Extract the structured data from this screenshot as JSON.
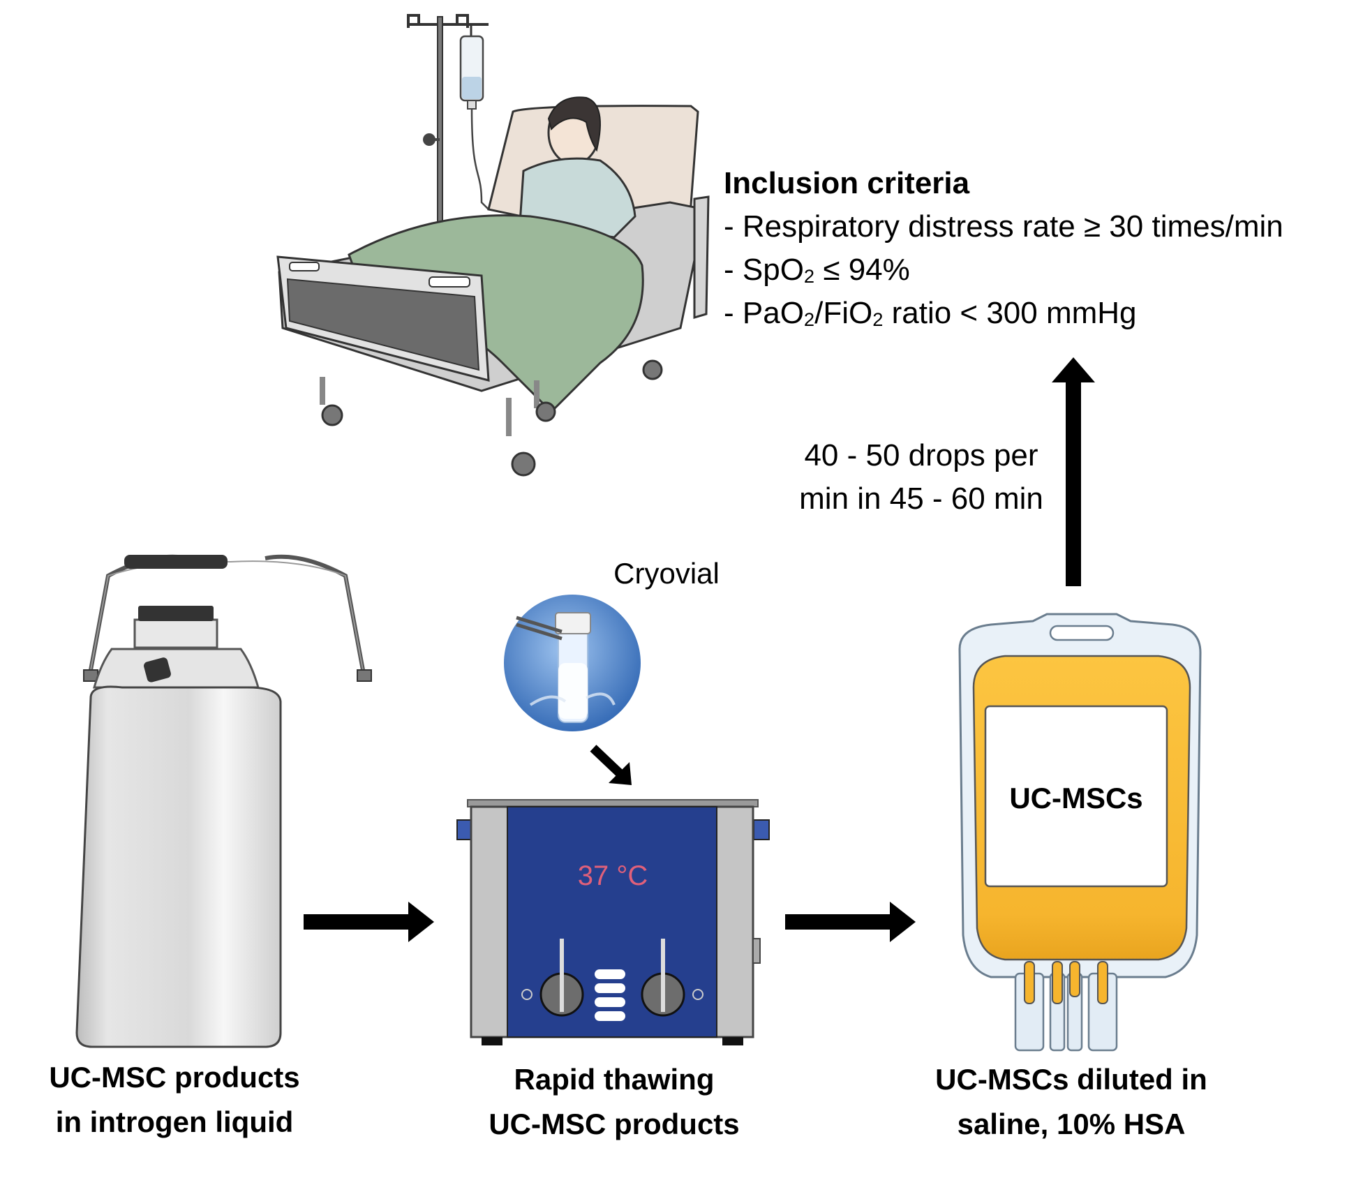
{
  "inclusion": {
    "title": "Inclusion criteria",
    "c1": "- Respiratory distress rate ≥ 30 times/min",
    "c2_pre": "- SpO",
    "c2_sub": "2",
    "c2_post": " ≤ 94%",
    "c3_pre": "- PaO",
    "c3_sub1": "2",
    "c3_mid": "/FiO",
    "c3_sub2": "2",
    "c3_post": " ratio < 300 mmHg"
  },
  "infusion": {
    "line1": "40 - 50 drops per",
    "line2": "min in 45 - 60 min"
  },
  "cryovial_label": "Cryovial",
  "bath_temp": "37 °C",
  "bag_label": "UC-MSCs",
  "captions": {
    "tank": [
      "UC-MSC products",
      "in introgen liquid"
    ],
    "bath": [
      "Rapid thawing",
      "UC-MSC products"
    ],
    "bag": [
      "UC-MSCs diluted in",
      "saline, 10% HSA"
    ]
  },
  "colors": {
    "arrow": "#000000",
    "bath_blue": "#253f8e",
    "temp_text": "#e0607a",
    "bag_fill": "#f7bb38",
    "blanket": "#9cb89a"
  }
}
